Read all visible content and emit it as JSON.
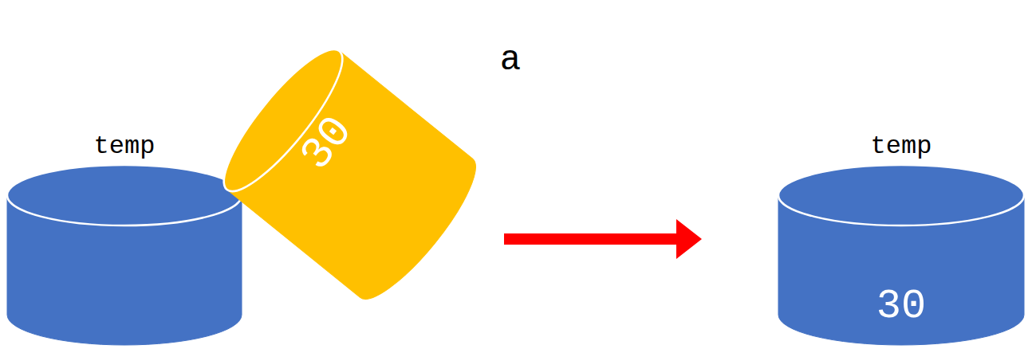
{
  "diagram": {
    "nodes": [
      {
        "text": [
          "temp"
        ]
      },
      {
        "text": [
          "a",
          "30"
        ]
      },
      {
        "text": [
          "temp",
          "30"
        ]
      }
    ],
    "edges": [
      {
        "from": 1,
        "to": 2,
        "arrow": "to"
      }
    ]
  }
}
